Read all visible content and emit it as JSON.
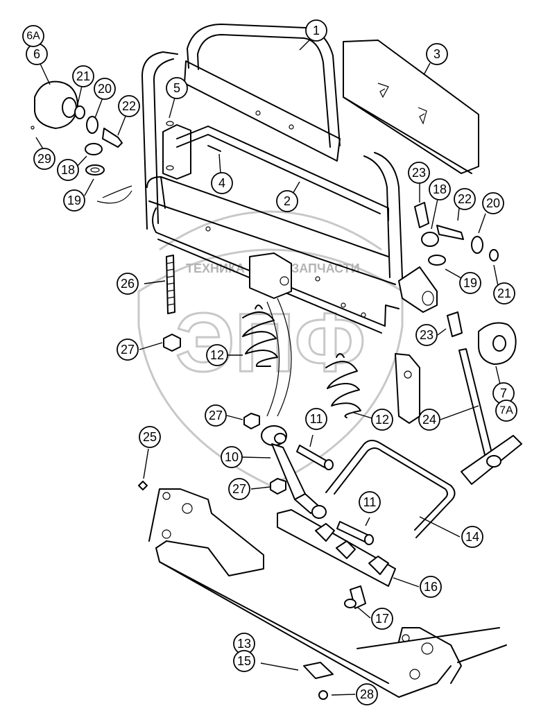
{
  "watermark": {
    "left_text": "ТЕХНИКА",
    "right_text": "ЗАПЧАСТИ",
    "logo_text": "ЭПФ",
    "color": "#c0c0c0"
  },
  "callouts": [
    {
      "id": "c1",
      "label": "1"
    },
    {
      "id": "c2",
      "label": "2"
    },
    {
      "id": "c3",
      "label": "3"
    },
    {
      "id": "c4",
      "label": "4"
    },
    {
      "id": "c5",
      "label": "5"
    },
    {
      "id": "c6",
      "label": "6"
    },
    {
      "id": "c6a",
      "label": "6A"
    },
    {
      "id": "c7",
      "label": "7"
    },
    {
      "id": "c7a",
      "label": "7A"
    },
    {
      "id": "c10",
      "label": "10"
    },
    {
      "id": "c11a",
      "label": "11"
    },
    {
      "id": "c11b",
      "label": "11"
    },
    {
      "id": "c12a",
      "label": "12"
    },
    {
      "id": "c12b",
      "label": "12"
    },
    {
      "id": "c13",
      "label": "13"
    },
    {
      "id": "c14",
      "label": "14"
    },
    {
      "id": "c15",
      "label": "15"
    },
    {
      "id": "c16",
      "label": "16"
    },
    {
      "id": "c17",
      "label": "17"
    },
    {
      "id": "c18a",
      "label": "18"
    },
    {
      "id": "c18b",
      "label": "18"
    },
    {
      "id": "c19a",
      "label": "19"
    },
    {
      "id": "c19b",
      "label": "19"
    },
    {
      "id": "c20a",
      "label": "20"
    },
    {
      "id": "c20b",
      "label": "20"
    },
    {
      "id": "c21a",
      "label": "21"
    },
    {
      "id": "c21b",
      "label": "21"
    },
    {
      "id": "c22a",
      "label": "22"
    },
    {
      "id": "c22b",
      "label": "22"
    },
    {
      "id": "c23a",
      "label": "23"
    },
    {
      "id": "c23b",
      "label": "23"
    },
    {
      "id": "c24",
      "label": "24"
    },
    {
      "id": "c25",
      "label": "25"
    },
    {
      "id": "c26",
      "label": "26"
    },
    {
      "id": "c27a",
      "label": "27"
    },
    {
      "id": "c27b",
      "label": "27"
    },
    {
      "id": "c27c",
      "label": "27"
    },
    {
      "id": "c28",
      "label": "28"
    },
    {
      "id": "c29",
      "label": "29"
    }
  ]
}
